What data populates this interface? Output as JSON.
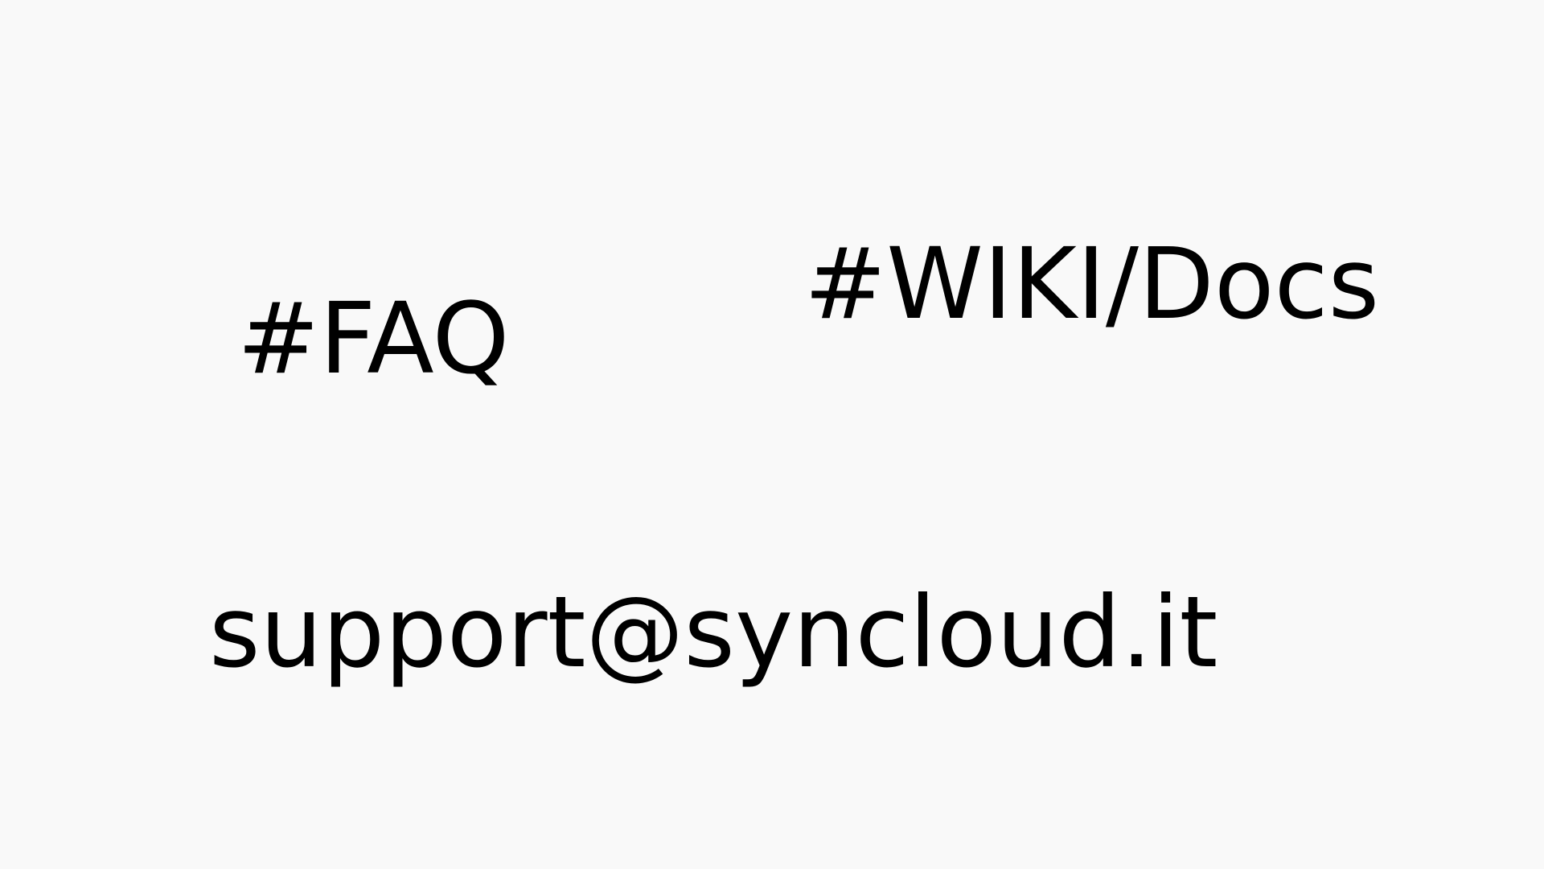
{
  "links": {
    "faq": "#FAQ",
    "wiki": "#WIKI/Docs",
    "email": "support@syncloud.it"
  },
  "colors": {
    "background": "#f9f9f9",
    "text": "#000000"
  }
}
